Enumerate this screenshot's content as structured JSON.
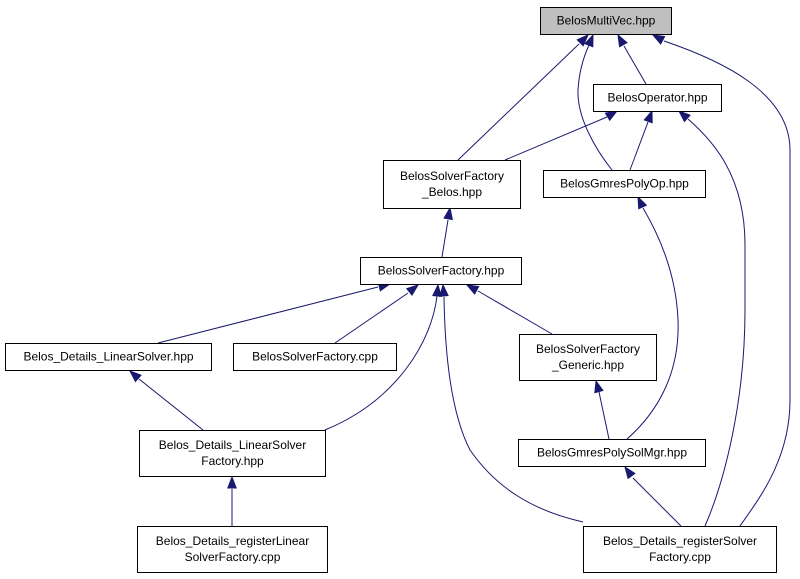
{
  "diagram": {
    "nodes": [
      {
        "id": "multivec",
        "lines": [
          "BelosMultiVec.hpp"
        ],
        "highlight": true
      },
      {
        "id": "operator",
        "lines": [
          "BelosOperator.hpp"
        ]
      },
      {
        "id": "sf_belos",
        "lines": [
          "BelosSolverFactory",
          "_Belos.hpp"
        ]
      },
      {
        "id": "gmrespolyop",
        "lines": [
          "BelosGmresPolyOp.hpp"
        ]
      },
      {
        "id": "solverfactory",
        "lines": [
          "BelosSolverFactory.hpp"
        ]
      },
      {
        "id": "details_linsolver",
        "lines": [
          "Belos_Details_LinearSolver.hpp"
        ]
      },
      {
        "id": "solverfactory_cpp",
        "lines": [
          "BelosSolverFactory.cpp"
        ]
      },
      {
        "id": "sf_generic",
        "lines": [
          "BelosSolverFactory",
          "_Generic.hpp"
        ]
      },
      {
        "id": "details_linsolverfactory",
        "lines": [
          "Belos_Details_LinearSolver",
          "Factory.hpp"
        ]
      },
      {
        "id": "gmrespolysolmgr",
        "lines": [
          "BelosGmresPolySolMgr.hpp"
        ]
      },
      {
        "id": "register_linear",
        "lines": [
          "Belos_Details_registerLinear",
          "SolverFactory.cpp"
        ]
      },
      {
        "id": "register_solver",
        "lines": [
          "Belos_Details_registerSolver",
          "Factory.cpp"
        ]
      }
    ],
    "edges": [
      {
        "from": "operator",
        "to": "multivec"
      },
      {
        "from": "sf_belos",
        "to": "multivec"
      },
      {
        "from": "gmrespolyop",
        "to": "multivec"
      },
      {
        "from": "register_solver",
        "to": "multivec"
      },
      {
        "from": "sf_belos",
        "to": "operator"
      },
      {
        "from": "gmrespolyop",
        "to": "operator"
      },
      {
        "from": "register_solver",
        "to": "operator"
      },
      {
        "from": "solverfactory",
        "to": "sf_belos"
      },
      {
        "from": "details_linsolver",
        "to": "solverfactory"
      },
      {
        "from": "solverfactory_cpp",
        "to": "solverfactory"
      },
      {
        "from": "details_linsolverfactory",
        "to": "solverfactory"
      },
      {
        "from": "register_solver",
        "to": "solverfactory"
      },
      {
        "from": "sf_generic",
        "to": "solverfactory"
      },
      {
        "from": "gmrespolysolmgr",
        "to": "gmrespolyop"
      },
      {
        "from": "details_linsolverfactory",
        "to": "details_linsolver"
      },
      {
        "from": "gmrespolysolmgr",
        "to": "sf_generic"
      },
      {
        "from": "register_linear",
        "to": "details_linsolverfactory"
      },
      {
        "from": "register_solver",
        "to": "gmrespolysolmgr"
      }
    ],
    "colors": {
      "edge": "#191970",
      "node_border": "#000000",
      "node_fill": "#ffffff",
      "highlight_fill": "#bfbfbf"
    }
  }
}
